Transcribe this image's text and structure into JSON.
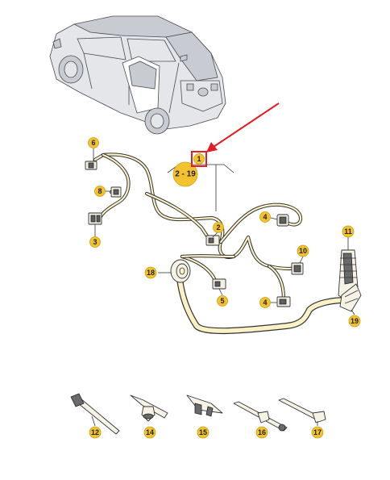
{
  "colors": {
    "callout_fill": "#f2c230",
    "callout_stroke": "#caa11c",
    "highlight_red": "#e31e24",
    "harness_fill": "#fbf1c7",
    "outline": "#333333"
  },
  "range_label": "2 - 19",
  "callouts": [
    {
      "id": "c1",
      "label": "1"
    },
    {
      "id": "c2",
      "label": "2"
    },
    {
      "id": "c3",
      "label": "3"
    },
    {
      "id": "c4a",
      "label": "4"
    },
    {
      "id": "c4b",
      "label": "4"
    },
    {
      "id": "c5",
      "label": "5"
    },
    {
      "id": "c6",
      "label": "6"
    },
    {
      "id": "c8",
      "label": "8"
    },
    {
      "id": "c10",
      "label": "10"
    },
    {
      "id": "c11",
      "label": "11"
    },
    {
      "id": "c12",
      "label": "12"
    },
    {
      "id": "c14",
      "label": "14"
    },
    {
      "id": "c15",
      "label": "15"
    },
    {
      "id": "c16",
      "label": "16"
    },
    {
      "id": "c17",
      "label": "17"
    },
    {
      "id": "c18",
      "label": "18"
    },
    {
      "id": "c19",
      "label": "19"
    }
  ],
  "icons": {
    "car": "vehicle-rear-quarter-view",
    "arrow": "red-pointer-arrow",
    "harness": "wiring-harness",
    "grommet": "rubber-grommet",
    "cable_tie": "cable-tie",
    "clip": "harness-clip"
  }
}
